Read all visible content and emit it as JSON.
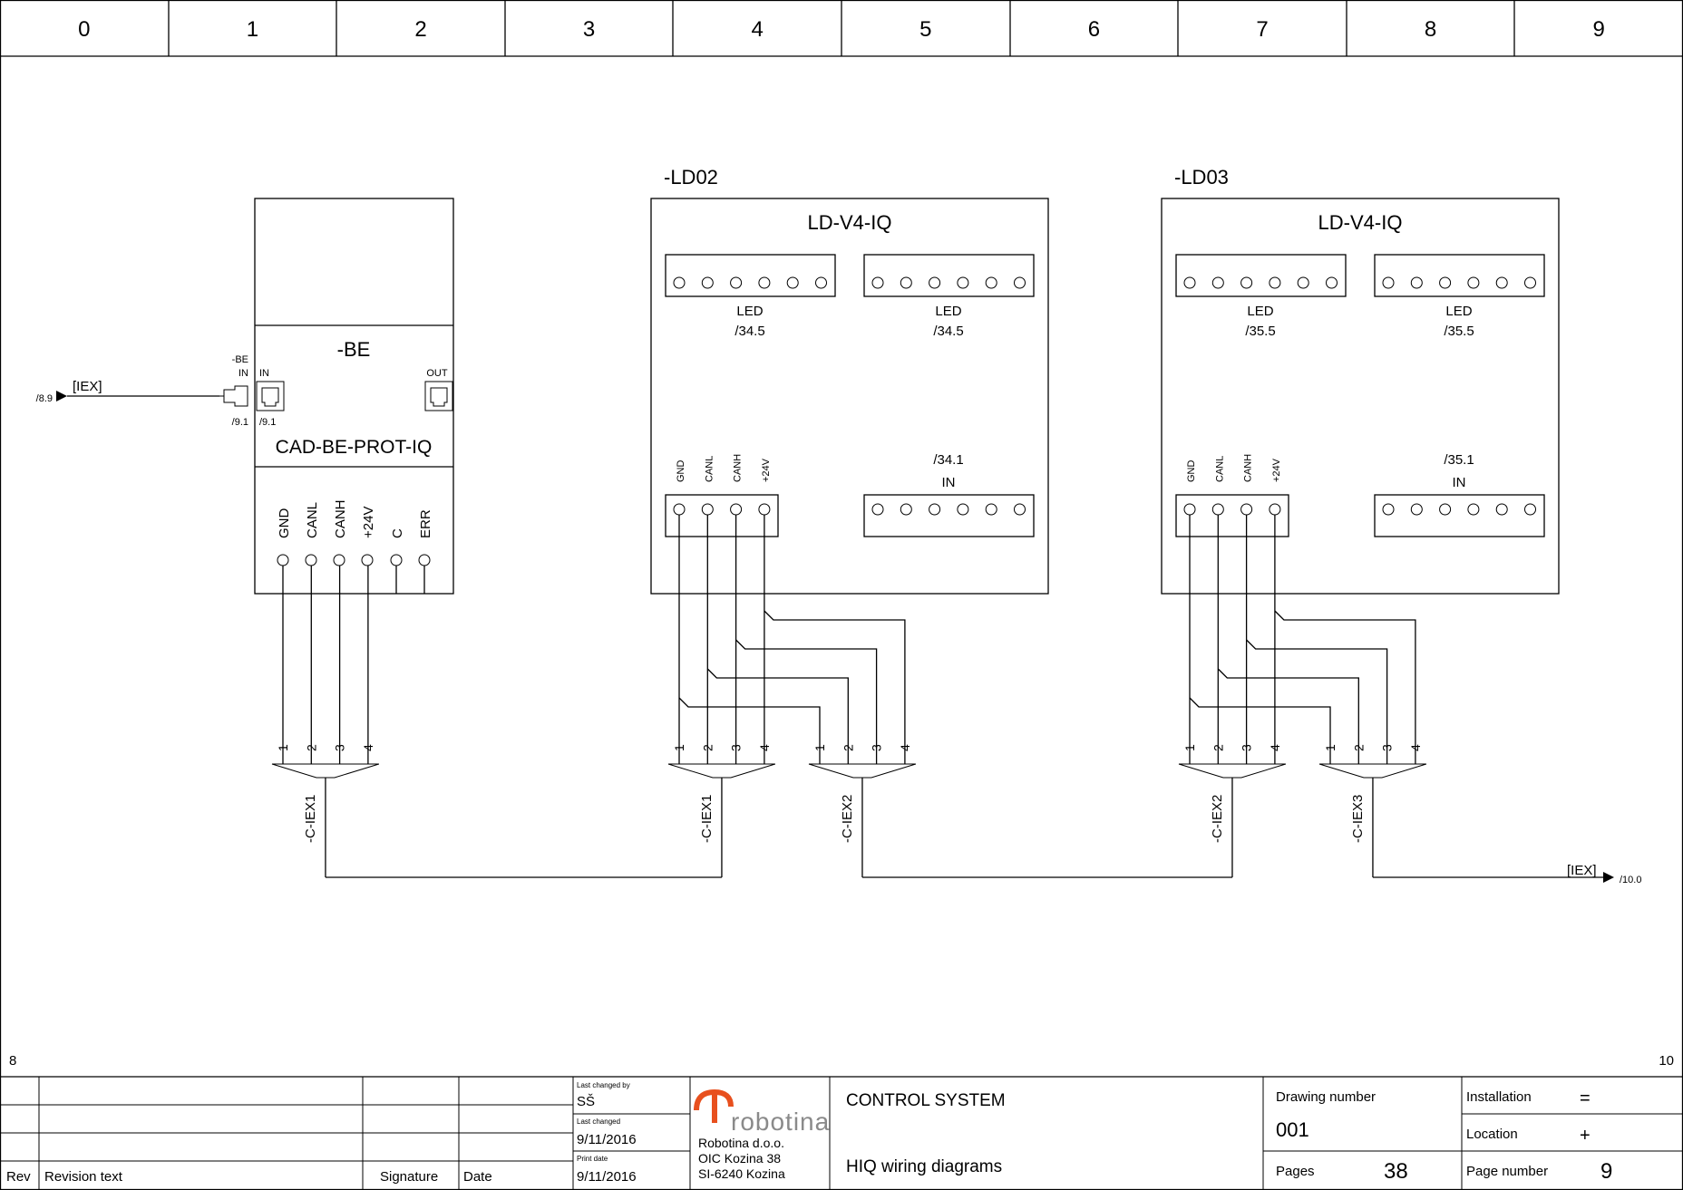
{
  "grid_columns": [
    "0",
    "1",
    "2",
    "3",
    "4",
    "5",
    "6",
    "7",
    "8",
    "9"
  ],
  "page_prev": "8",
  "page_next": "10",
  "input_ref": {
    "label": "[IEX]",
    "page": "/8.9"
  },
  "output_ref": {
    "label": "[IEX]",
    "page": "/10.0"
  },
  "be_module": {
    "tag": "-BE",
    "type": "CAD-BE-PROT-IQ",
    "port_in": "IN",
    "port_out": "OUT",
    "side_tag": "-BE",
    "side_in": "IN",
    "ref_left": "/9.1",
    "ref_right": "/9.1",
    "pins": [
      "GND",
      "CANL",
      "CANH",
      "+24V",
      "C",
      "ERR"
    ]
  },
  "ld_modules": [
    {
      "tag": "-LD02",
      "type": "LD-V4-IQ",
      "led_label": "LED",
      "led_ref": "/34.5",
      "in_ref": "/34.1",
      "in_label": "IN",
      "pins": [
        "GND",
        "CANL",
        "CANH",
        "+24V"
      ]
    },
    {
      "tag": "-LD03",
      "type": "LD-V4-IQ",
      "led_label": "LED",
      "led_ref": "/35.5",
      "in_ref": "/35.1",
      "in_label": "IN",
      "pins": [
        "GND",
        "CANL",
        "CANH",
        "+24V"
      ]
    }
  ],
  "cable_wire_numbers": [
    "1",
    "2",
    "3",
    "4"
  ],
  "cables": [
    "-C-IEX1",
    "-C-IEX1",
    "-C-IEX2",
    "-C-IEX2",
    "-C-IEX3"
  ],
  "title_block": {
    "rev": "Rev",
    "revision_text": "Revision text",
    "signature": "Signature",
    "date": "Date",
    "last_changed_by_label": "Last changed by",
    "last_changed_by": "SŠ",
    "last_changed_label": "Last changed",
    "last_changed": "9/11/2016",
    "print_date_label": "Print date",
    "print_date": "9/11/2016",
    "logo": "robotina",
    "company": "Robotina d.o.o.",
    "address1": "OIC Kozina 38",
    "address2": "SI-6240 Kozina",
    "project": "CONTROL SYSTEM",
    "subtitle": "HIQ wiring diagrams",
    "drawing_number_label": "Drawing number",
    "drawing_number": "001",
    "pages_label": "Pages",
    "pages": "38",
    "installation_label": "Installation",
    "installation": "=",
    "location_label": "Location",
    "location": "+",
    "page_number_label": "Page number",
    "page_number": "9",
    "brand_color": "#e8501e"
  }
}
